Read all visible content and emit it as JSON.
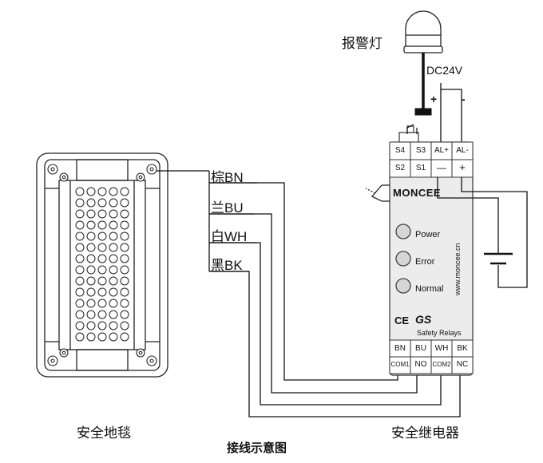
{
  "alarm_lamp": {
    "label": "报警灯",
    "voltage": "DC24V",
    "plus": "+",
    "minus": "-"
  },
  "mat": {
    "label": "安全地毯"
  },
  "wires": [
    {
      "label": "棕BN"
    },
    {
      "label": "兰BU"
    },
    {
      "label": "白WH"
    },
    {
      "label": "黑BK"
    }
  ],
  "relay": {
    "label": "安全继电器",
    "brand": "MONCEE",
    "website": "www.moncee.cn",
    "product": "Safety Relays",
    "ce_mark": "CE",
    "gs_mark": "GS",
    "top_terminals_row1": [
      "S4",
      "S3",
      "AL+",
      "AL-"
    ],
    "top_terminals_row2": [
      "S2",
      "S1",
      "—",
      "+"
    ],
    "bottom_terminals_row1": [
      "BN",
      "BU",
      "WH",
      "BK"
    ],
    "bottom_terminals_row2": [
      "COM1",
      "NO",
      "COM2",
      "NC"
    ],
    "leds": [
      "Power",
      "Error",
      "Normal"
    ]
  },
  "caption": "接线示意图"
}
